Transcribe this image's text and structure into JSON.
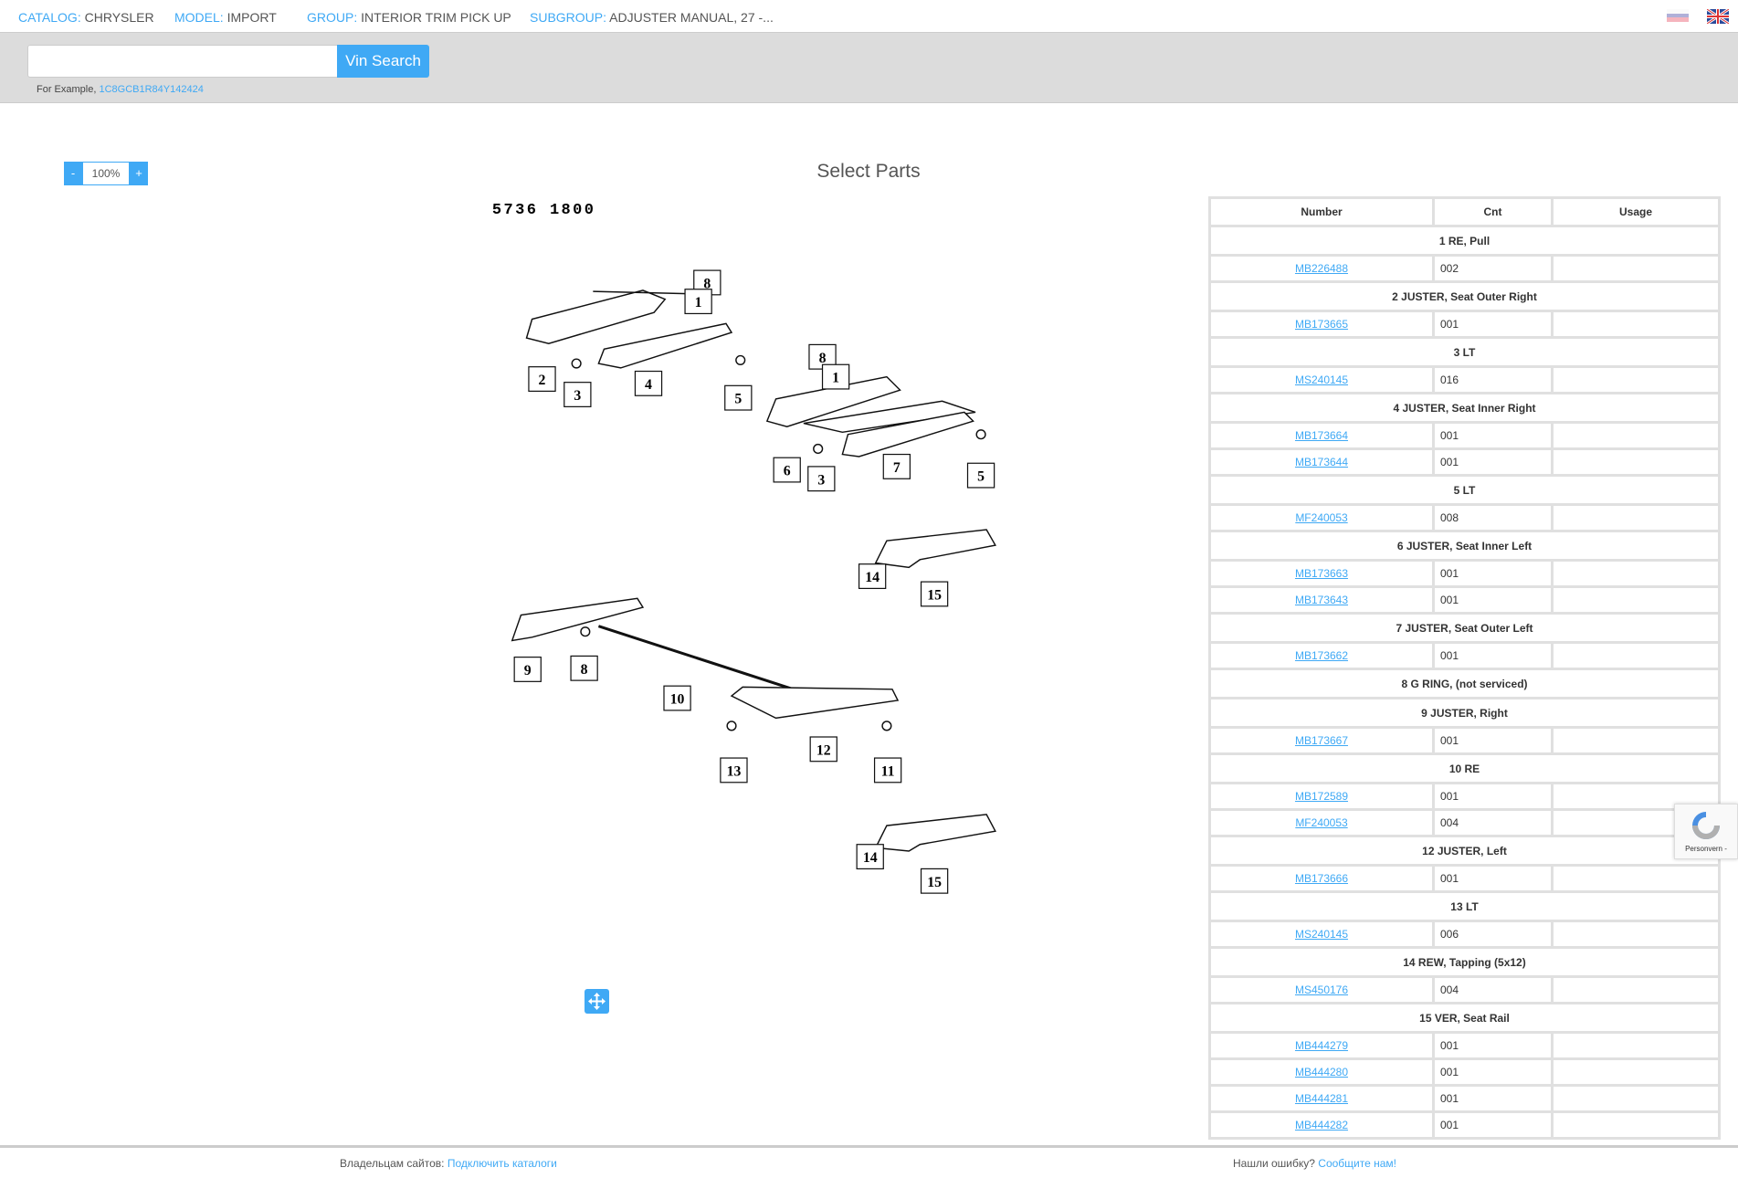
{
  "breadcrumb": [
    {
      "key": "CATALOG:",
      "value": "CHRYSLER"
    },
    {
      "key": "MODEL:",
      "value": "IMPORT"
    },
    {
      "key": "GROUP:",
      "value": "INTERIOR TRIM PICK UP"
    },
    {
      "key": "SUBGROUP:",
      "value": "ADJUSTER MANUAL, 27 -..."
    }
  ],
  "languages": [
    "ru-flag-icon",
    "uk-flag-icon"
  ],
  "search": {
    "value": "",
    "placeholder": "",
    "button": "Vin Search",
    "example_label": "For Example,",
    "example_vin": "1C8GCB1R84Y142424"
  },
  "zoom": {
    "minus": "-",
    "value": "100%",
    "plus": "+"
  },
  "page_title": "Select Parts",
  "diagram": {
    "code": "5736  1800",
    "callouts": [
      "8",
      "1",
      "2",
      "3",
      "4",
      "5",
      "8",
      "1",
      "6",
      "3",
      "7",
      "5",
      "14",
      "15",
      "9",
      "8",
      "10",
      "12",
      "13",
      "11",
      "14",
      "15"
    ]
  },
  "table": {
    "headers": [
      "Number",
      "Cnt",
      "Usage"
    ],
    "groups": [
      {
        "title": "1 RE, Pull",
        "parts": [
          {
            "number": "MB226488",
            "cnt": "002",
            "usage": ""
          }
        ]
      },
      {
        "title": "2 JUSTER, Seat Outer Right",
        "parts": [
          {
            "number": "MB173665",
            "cnt": "001",
            "usage": ""
          }
        ]
      },
      {
        "title": "3 LT",
        "parts": [
          {
            "number": "MS240145",
            "cnt": "016",
            "usage": ""
          }
        ]
      },
      {
        "title": "4 JUSTER, Seat Inner Right",
        "parts": [
          {
            "number": "MB173664",
            "cnt": "001",
            "usage": ""
          },
          {
            "number": "MB173644",
            "cnt": "001",
            "usage": ""
          }
        ]
      },
      {
        "title": "5 LT",
        "parts": [
          {
            "number": "MF240053",
            "cnt": "008",
            "usage": ""
          }
        ]
      },
      {
        "title": "6 JUSTER, Seat Inner Left",
        "parts": [
          {
            "number": "MB173663",
            "cnt": "001",
            "usage": ""
          },
          {
            "number": "MB173643",
            "cnt": "001",
            "usage": ""
          }
        ]
      },
      {
        "title": "7 JUSTER, Seat Outer Left",
        "parts": [
          {
            "number": "MB173662",
            "cnt": "001",
            "usage": ""
          }
        ]
      },
      {
        "title": "8 G RING, (not serviced)",
        "parts": []
      },
      {
        "title": "9 JUSTER, Right",
        "parts": [
          {
            "number": "MB173667",
            "cnt": "001",
            "usage": ""
          }
        ]
      },
      {
        "title": "10 RE",
        "parts": [
          {
            "number": "MB172589",
            "cnt": "001",
            "usage": ""
          },
          {
            "number": "MF240053",
            "cnt": "004",
            "usage": ""
          }
        ]
      },
      {
        "title": "12 JUSTER, Left",
        "parts": [
          {
            "number": "MB173666",
            "cnt": "001",
            "usage": ""
          }
        ]
      },
      {
        "title": "13 LT",
        "parts": [
          {
            "number": "MS240145",
            "cnt": "006",
            "usage": ""
          }
        ]
      },
      {
        "title": "14 REW, Tapping (5x12)",
        "parts": [
          {
            "number": "MS450176",
            "cnt": "004",
            "usage": ""
          }
        ]
      },
      {
        "title": "15 VER, Seat Rail",
        "parts": [
          {
            "number": "MB444279",
            "cnt": "001",
            "usage": ""
          },
          {
            "number": "MB444280",
            "cnt": "001",
            "usage": ""
          },
          {
            "number": "MB444281",
            "cnt": "001",
            "usage": ""
          },
          {
            "number": "MB444282",
            "cnt": "001",
            "usage": ""
          }
        ]
      }
    ]
  },
  "recaptcha": {
    "text": "Personvern -"
  },
  "footer": {
    "left_label": "Владельцам сайтов:",
    "left_link": "Подключить каталоги",
    "right_label": "Нашли ошибку?",
    "right_link": "Сообщите нам!"
  },
  "colors": {
    "accent": "#3fa9f5",
    "band": "#dcdcdc"
  }
}
